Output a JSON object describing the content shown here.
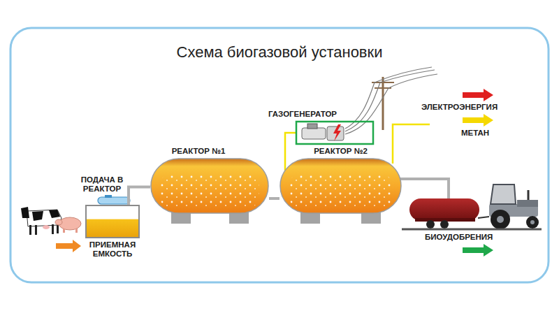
{
  "diagram": {
    "title": "Схема биогазовой установки",
    "nodes": [
      {
        "text": [
          "ПРИЕМНАЯ ЕМКОСТЬ"
        ]
      },
      {
        "text": [
          "РЕАКТОР №1"
        ]
      },
      {
        "text": [
          "РЕАКТОР №2"
        ]
      },
      {
        "text": [
          "ГАЗОГЕНЕРАТОР"
        ]
      }
    ],
    "edges": [
      {
        "from": 0,
        "to": 1,
        "arrow": "none"
      },
      {
        "from": 1,
        "to": 2,
        "arrow": "none"
      },
      {
        "from": 2,
        "to": 3,
        "arrow": "none"
      }
    ],
    "labels": [
      "ПОДАЧА В РЕАКТОР",
      "ЭЛЕКТРОЭНЕРГИЯ",
      "МЕТАН",
      "БИОУДОБРЕНИЯ"
    ]
  }
}
